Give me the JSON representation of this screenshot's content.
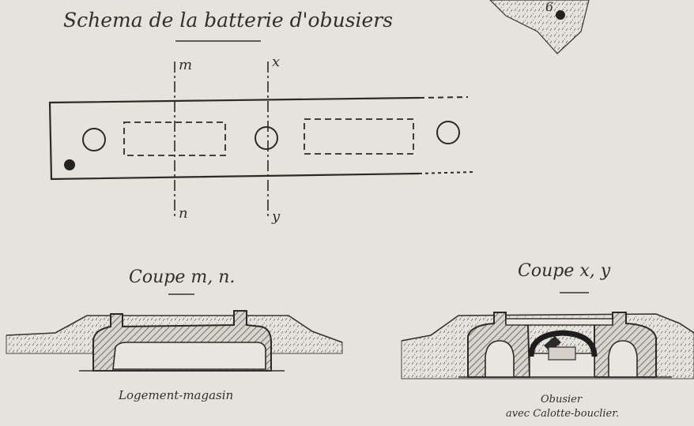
{
  "title": "Schema de la batterie d'obusiers",
  "plan": {
    "section_marks": [
      "m",
      "n",
      "x",
      "y"
    ],
    "corner_label": "6"
  },
  "sections": [
    {
      "heading": "Coupe m, n.",
      "caption": "Logement-magasin"
    },
    {
      "heading": "Coupe x, y",
      "caption_line1": "Obusier",
      "caption_line2": "avec Calotte-bouclier."
    }
  ],
  "colors": {
    "paper": "#e6e3dd",
    "ink": "#2f2f2f",
    "hatch": "#555555"
  }
}
